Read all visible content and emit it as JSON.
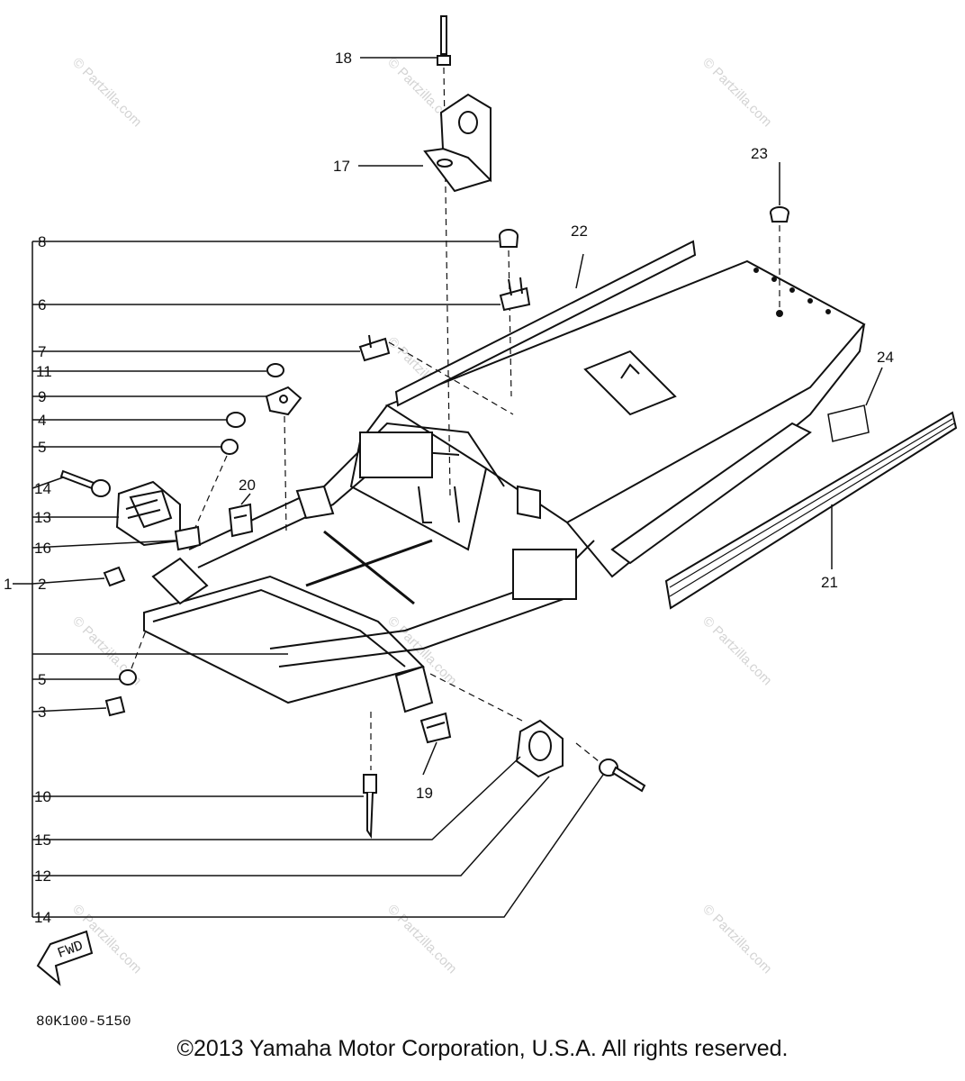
{
  "callouts": {
    "c1": "1",
    "c2": "2",
    "c3": "3",
    "c4": "4",
    "c5a": "5",
    "c5b": "5",
    "c6": "6",
    "c7": "7",
    "c8": "8",
    "c9": "9",
    "c10": "10",
    "c11": "11",
    "c12": "12",
    "c13": "13",
    "c14a": "14",
    "c14b": "14",
    "c15": "15",
    "c16": "16",
    "c17": "17",
    "c18": "18",
    "c19": "19",
    "c20": "20",
    "c21": "21",
    "c22": "22",
    "c23": "23",
    "c24": "24"
  },
  "fwd_label": "FWD",
  "diagram_code": "80K100-5150",
  "watermark": "© Partzilla.com",
  "copyright": "©2013 Yamaha Motor Corporation, U.S.A. All rights reserved."
}
